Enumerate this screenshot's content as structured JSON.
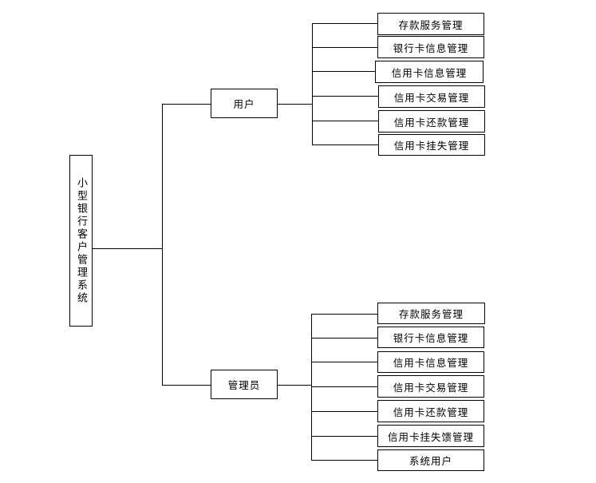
{
  "root": {
    "label": "小型银行客户管理系统"
  },
  "branches": [
    {
      "label": "用户",
      "children": [
        "存款服务管理",
        "银行卡信息管理",
        "信用卡信息管理",
        "信用卡交易管理",
        "信用卡还款管理",
        "信用卡挂失管理"
      ]
    },
    {
      "label": "管理员",
      "children": [
        "存款服务管理",
        "银行卡信息管理",
        "信用卡信息管理",
        "信用卡交易管理",
        "信用卡还款管理",
        "信用卡挂失馈管理",
        "系统用户"
      ]
    }
  ]
}
